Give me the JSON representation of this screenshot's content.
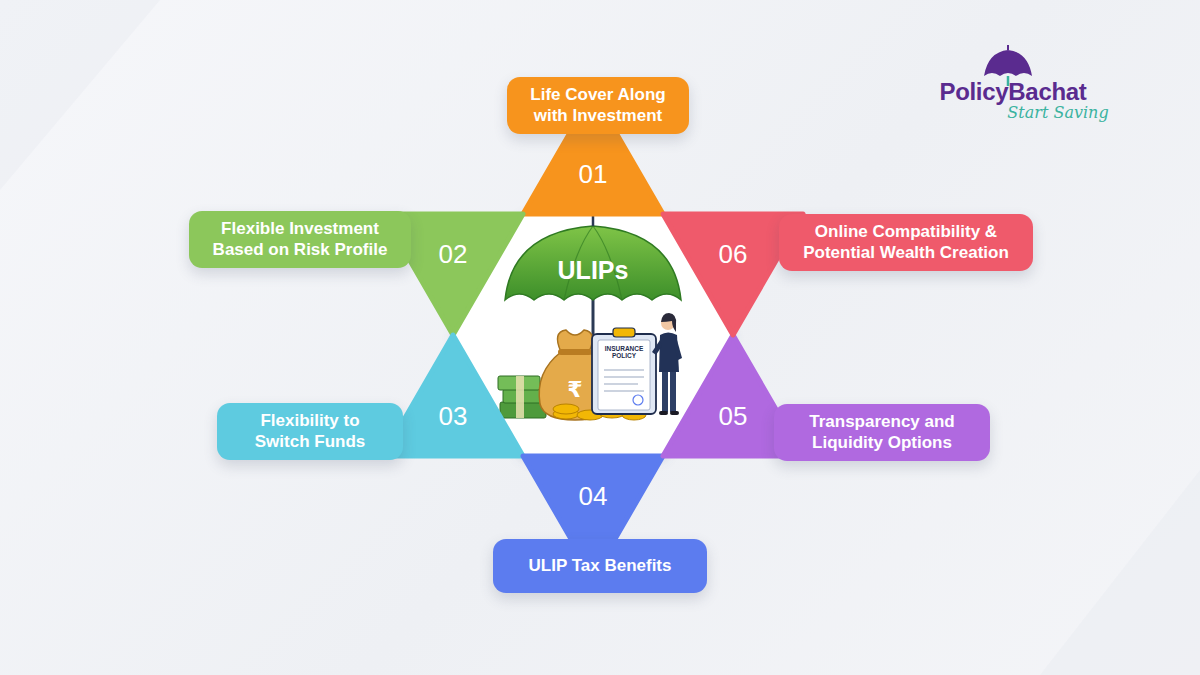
{
  "diagram": {
    "nodes": [
      {
        "text": [
          "Life Cover Along with Investment"
        ]
      },
      {
        "text": [
          "01"
        ]
      },
      {
        "text": [
          "Flexible Investment Based on Risk Profile"
        ]
      },
      {
        "text": [
          "02"
        ]
      },
      {
        "text": [
          "Flexibility to Switch Funds"
        ]
      },
      {
        "text": [
          "03"
        ]
      },
      {
        "text": [
          "ULIP Tax Benefits"
        ]
      },
      {
        "text": [
          "04"
        ]
      },
      {
        "text": [
          "Transparency and Liquidity Options"
        ]
      },
      {
        "text": [
          "05"
        ]
      },
      {
        "text": [
          "Online Compatibility & Potential Wealth Creation"
        ]
      },
      {
        "text": [
          "06"
        ]
      }
    ],
    "labels": [
      "ULIPs",
      "INSURANCE POLICY",
      "₹",
      "PolicyBachat",
      "Start Saving"
    ]
  }
}
